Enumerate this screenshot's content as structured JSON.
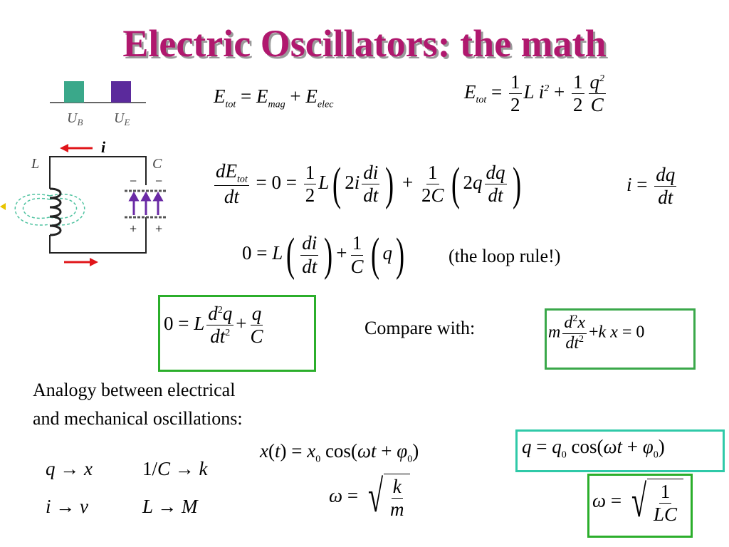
{
  "title": "Electric Oscillators: the math",
  "colors": {
    "title": "#b0186e",
    "green_box": "#2bae2b",
    "cyan_box": "#2fc9a8",
    "wire": "#222222",
    "arrow": "#e0151a",
    "energy_b": "#3aa88a",
    "energy_e": "#5b2a9c"
  },
  "figure": {
    "ub_label": "U",
    "ub_sub": "B",
    "ue_label": "U",
    "ue_sub": "E",
    "current_label": "i",
    "inductor_label": "L",
    "capacitor_label": "C",
    "minus": "−",
    "plus": "+",
    "energy_b_level": 1.0,
    "energy_e_level": 1.0
  },
  "text": {
    "loop_rule": "(the loop rule!)",
    "compare": "Compare with:",
    "analogy_line1": "Analogy between electrical",
    "analogy_line2": "and mechanical oscillations:"
  }
}
